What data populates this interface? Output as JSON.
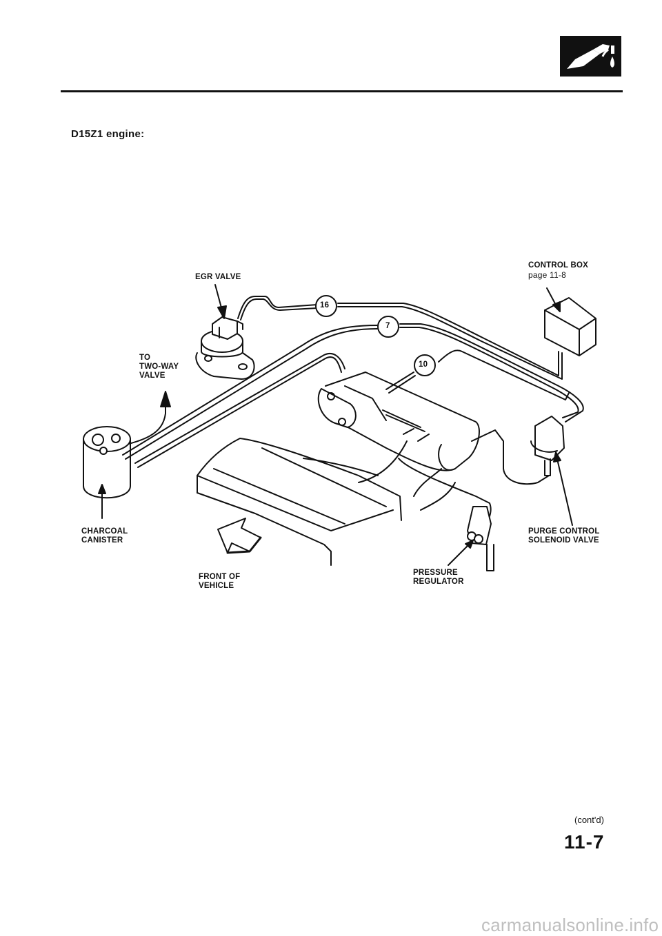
{
  "header": {
    "icon": "fuel-pump-nozzle-icon"
  },
  "heading": "D15Z1 engine:",
  "labels": {
    "egr_valve": "EGR VALVE",
    "control_box": "CONTROL BOX",
    "control_box_ref": "page 11-8",
    "to_two_way_valve": "TO\nTWO-WAY\nVALVE",
    "charcoal_canister": "CHARCOAL\nCANISTER",
    "purge_control_solenoid_valve": "PURGE CONTROL\nSOLENOID VALVE",
    "pressure_regulator": "PRESSURE\nREGULATOR",
    "front_of_vehicle": "FRONT OF\nVEHICLE"
  },
  "hose_callouts": [
    "16",
    "7",
    "10"
  ],
  "footer": {
    "contd": "(cont'd)",
    "page_number": "11-7",
    "watermark": "carmanualsonline.info"
  }
}
